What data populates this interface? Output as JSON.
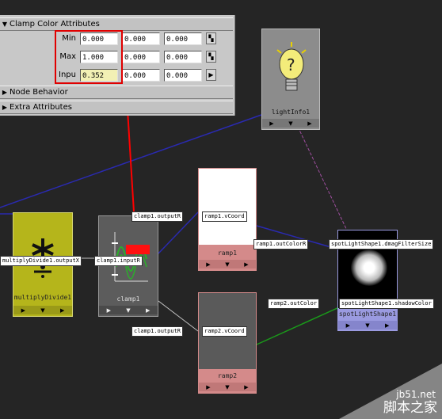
{
  "attribute_editor": {
    "sections": {
      "clamp": "Clamp Color Attributes",
      "node_behavior": "Node Behavior",
      "extra": "Extra Attributes"
    },
    "rows": [
      {
        "label": "Min",
        "values": [
          "0.000",
          "0.000",
          "0.000"
        ]
      },
      {
        "label": "Max",
        "values": [
          "1.000",
          "0.000",
          "0.000"
        ]
      },
      {
        "label": "Inpu",
        "values": [
          "0.352",
          "0.000",
          "0.000"
        ]
      }
    ]
  },
  "nodes": {
    "multiply_divide": {
      "title": "multiplyDivide1",
      "color": "#b5b51b"
    },
    "clamp": {
      "title": "clamp1",
      "color": "#5a5a5a"
    },
    "ramp1": {
      "title": "ramp1",
      "color": "#d48a8a"
    },
    "ramp2": {
      "title": "ramp2",
      "color": "#d48a8a"
    },
    "light_info": {
      "title": "lightInfo1",
      "color": "#8a8a8a"
    },
    "spot_light": {
      "title": "spotLightShape1",
      "color": "#9a9ae0"
    }
  },
  "connection_labels": {
    "multiply_output": "multiplyDivide1.outputX",
    "clamp_input": "clamp1.inputR",
    "clamp_output_top": "clamp1.outputR",
    "clamp_output_bottom": "clamp1.outputR",
    "ramp1_vcoord": "ramp1.vCoord",
    "ramp2_vcoord": "ramp2.vCoord",
    "ramp1_outcolor": "ramp1.outColorR",
    "ramp2_outcolor": "ramp2.outColor",
    "spot_drag": "spotLightShape1.dmagFilterSize",
    "spot_shadow": "spotLightShape1.shadowColor"
  },
  "watermark": {
    "site": "jb51.net",
    "text": "脚本之家"
  }
}
